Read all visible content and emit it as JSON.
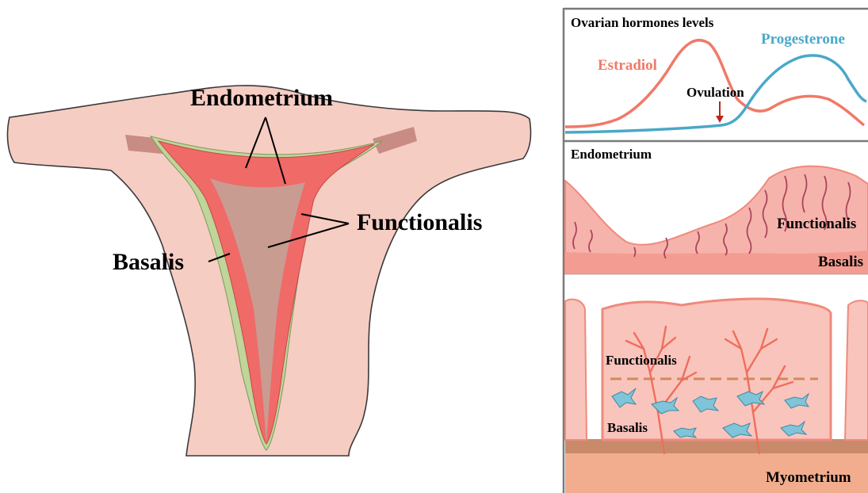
{
  "uterus_diagram": {
    "labels": {
      "endometrium": "Endometrium",
      "functionalis": "Functionalis",
      "basalis": "Basalis"
    },
    "colors": {
      "uterus_body": "#f6cdc3",
      "functionalis_layer": "#f06a68",
      "basalis_layer": "#bfd59a",
      "cavity": "#c99c92",
      "tube_stub": "#c88c84"
    }
  },
  "hormone_panel": {
    "title": "Ovarian hormones levels",
    "estradiol_label": "Estradiol",
    "progesterone_label": "Progesterone",
    "ovulation_label": "Ovulation",
    "colors": {
      "estradiol": "#f07a68",
      "progesterone": "#4aa8c8",
      "ovulation_arrow": "#c0241c"
    }
  },
  "endometrium_panel": {
    "title": "Endometrium",
    "functionalis_label": "Functionalis",
    "basalis_label": "Basalis"
  },
  "tissue_panel": {
    "functionalis_label": "Functionalis",
    "basalis_label": "Basalis",
    "myometrium_label": "Myometrium",
    "colors": {
      "tissue": "#f9c4bc",
      "vessels": "#ef6e5c",
      "stem_cells": "#7fc4d8",
      "myometrium": "#f2ad8e",
      "boundary_line": "#d08a5c"
    }
  }
}
